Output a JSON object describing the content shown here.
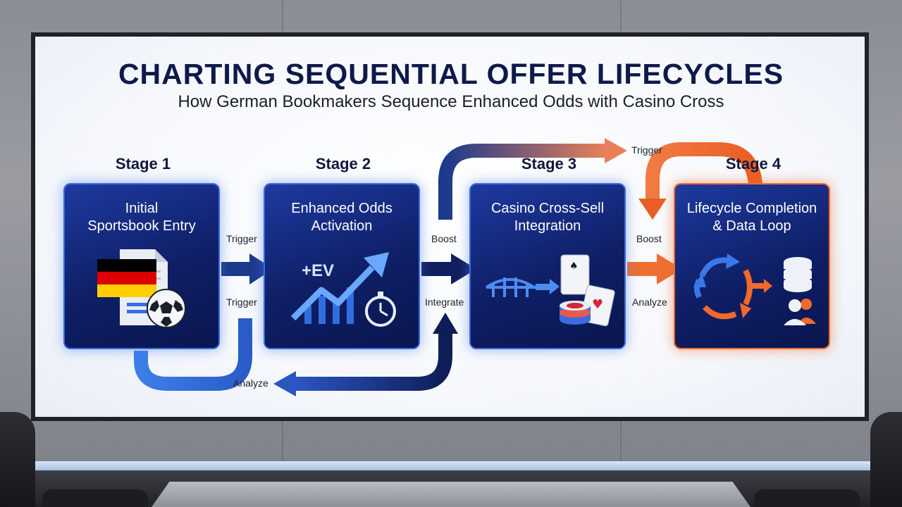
{
  "title": "CHARTING SEQUENTIAL OFFER LIFECYCLES",
  "subtitle": "How German Bookmakers Sequence Enhanced Odds with Casino Cross",
  "stages": [
    {
      "label": "Stage 1",
      "title_lines": [
        "Initial",
        "Sportsbook Entry"
      ]
    },
    {
      "label": "Stage 2",
      "title_lines": [
        "Enhanced Odds",
        "Activation"
      ]
    },
    {
      "label": "Stage 3",
      "title_lines": [
        "Casino Cross-Sell",
        "Integration"
      ]
    },
    {
      "label": "Stage 4",
      "title_lines": [
        "Lifecycle Completion",
        "& Data Loop"
      ]
    }
  ],
  "stage2_icon_text": "+EV",
  "flow_labels": {
    "s1_trigger_top": "Trigger",
    "s1_trigger_bottom": "Trigger",
    "s2_boost": "Boost",
    "s2_integrate": "Integrate",
    "s3_boost": "Boost",
    "s3_analyze": "Analyze",
    "loop_analyze": "Analyze",
    "top_trigger": "Trigger"
  },
  "colors": {
    "navy": "#0d1a4a",
    "card_blue": "#1e3aa0",
    "accent_blue": "#3a78e8",
    "accent_orange": "#f06a2c",
    "flag_black": "#000000",
    "flag_red": "#dd0000",
    "flag_gold": "#ffce00"
  }
}
